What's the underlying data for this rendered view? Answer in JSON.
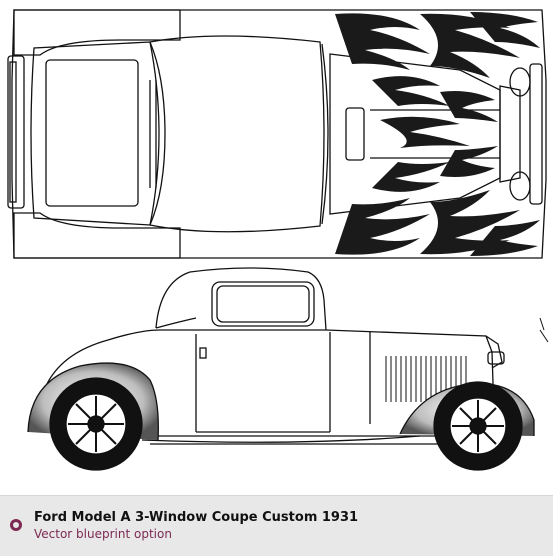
{
  "caption": {
    "title": "Ford Model A 3-Window Coupe Custom 1931",
    "subtitle": "Vector blueprint option",
    "icon": "circle-bullet-icon",
    "accent_color": "#7c2a52"
  },
  "drawing": {
    "views": [
      "top-view",
      "side-view"
    ],
    "line_color": "#111111",
    "flame_color": "#1a1a1a"
  }
}
